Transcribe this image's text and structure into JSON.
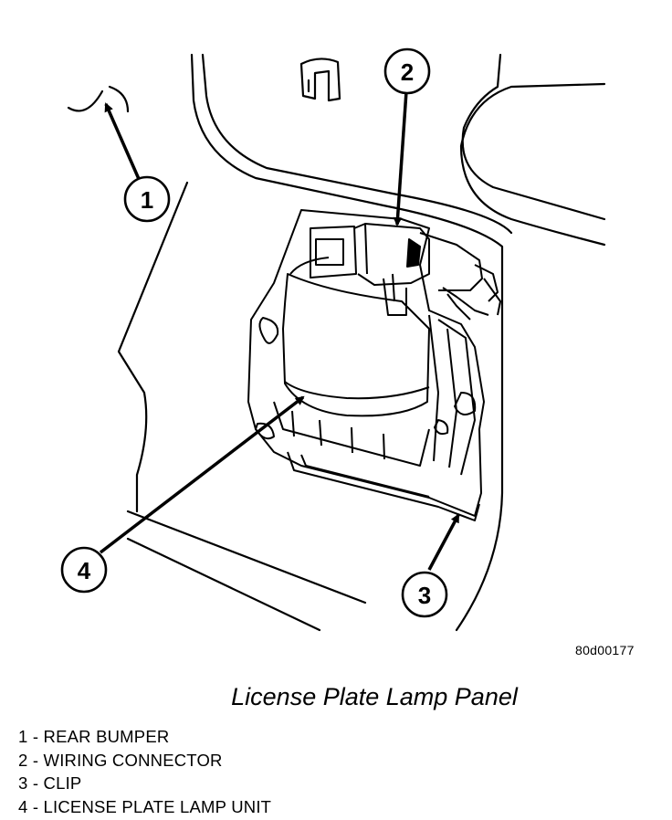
{
  "figure": {
    "id_code": "80d00177",
    "caption": "License Plate Lamp Panel"
  },
  "callouts": [
    {
      "number": "1",
      "label": "REAR BUMPER"
    },
    {
      "number": "2",
      "label": "WIRING CONNECTOR"
    },
    {
      "number": "3",
      "label": "CLIP"
    },
    {
      "number": "4",
      "label": "LICENSE PLATE LAMP UNIT"
    }
  ],
  "legend": [
    "1 - REAR BUMPER",
    "2 - WIRING CONNECTOR",
    "3 - CLIP",
    "4 - LICENSE PLATE LAMP UNIT"
  ]
}
